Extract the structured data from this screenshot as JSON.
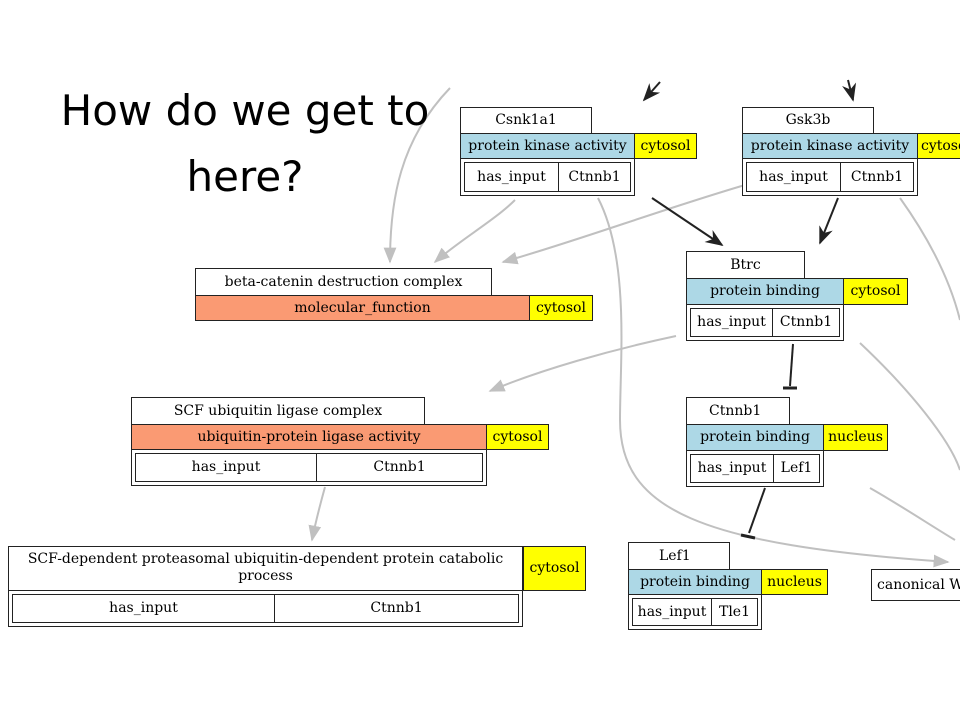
{
  "title": "How do we get to here?",
  "colors": {
    "function_blue": "#add8e6",
    "function_salmon": "#fa9a73",
    "location_yellow": "#ffff00",
    "edge_gray": "#c0c0c0",
    "edge_dark": "#222222"
  },
  "nodes": {
    "csnk1a1": {
      "label": "Csnk1a1",
      "function": "protein kinase activity",
      "location": "cytosol",
      "input_relation": "has_input",
      "input_value": "Ctnnb1"
    },
    "gsk3b": {
      "label": "Gsk3b",
      "function": "protein kinase activity",
      "location": "cytosol",
      "input_relation": "has_input",
      "input_value": "Ctnnb1"
    },
    "btrc": {
      "label": "Btrc",
      "function": "protein binding",
      "location": "cytosol",
      "input_relation": "has_input",
      "input_value": "Ctnnb1"
    },
    "destruction_complex": {
      "label": "beta-catenin destruction complex",
      "function": "molecular_function",
      "location": "cytosol"
    },
    "scf_complex": {
      "label": "SCF ubiquitin ligase complex",
      "function": "ubiquitin-protein ligase activity",
      "location": "cytosol",
      "input_relation": "has_input",
      "input_value": "Ctnnb1"
    },
    "ctnnb1": {
      "label": "Ctnnb1",
      "function": "protein binding",
      "location": "nucleus",
      "input_relation": "has_input",
      "input_value": "Lef1"
    },
    "scf_process": {
      "label": "SCF-dependent proteasomal ubiquitin-dependent protein catabolic process",
      "location": "cytosol",
      "input_relation": "has_input",
      "input_value": "Ctnnb1"
    },
    "lef1": {
      "label": "Lef1",
      "function": "protein binding",
      "location": "nucleus",
      "input_relation": "has_input",
      "input_value": "Tle1"
    },
    "canonical": {
      "label": "canonical W"
    }
  }
}
